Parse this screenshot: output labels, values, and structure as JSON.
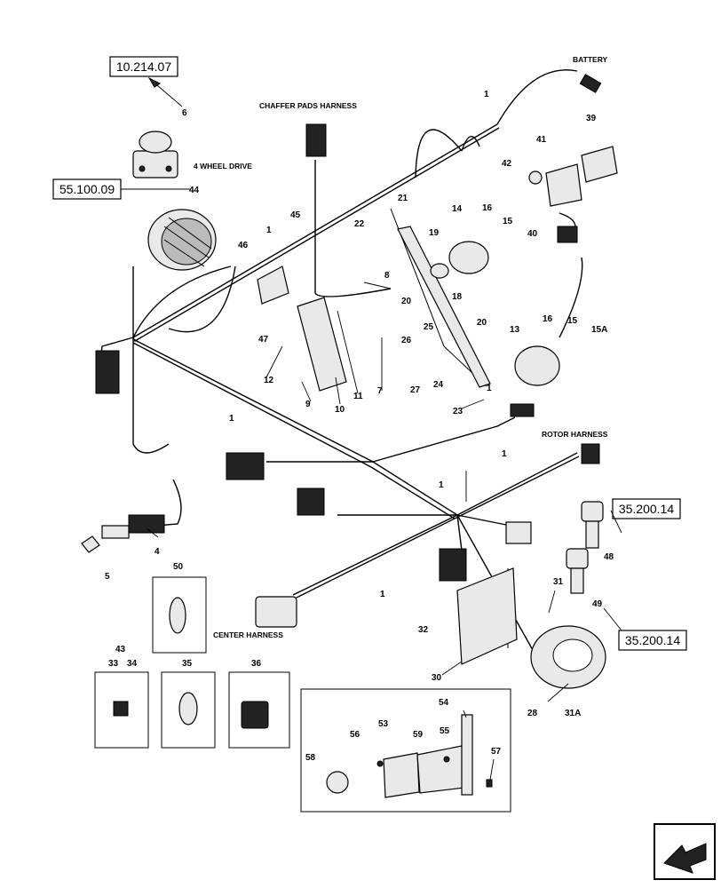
{
  "references": [
    {
      "id": "ref-10-214-07",
      "text": "10.214.07"
    },
    {
      "id": "ref-55-100-09",
      "text": "55.100.09"
    },
    {
      "id": "ref-35-200-14-a",
      "text": "35.200.14"
    },
    {
      "id": "ref-35-200-14-b",
      "text": "35.200.14"
    }
  ],
  "labels": {
    "battery": "BATTERY",
    "chaffer": "CHAFFER PADS HARNESS",
    "four_wheel": "4 WHEEL DRIVE",
    "rotor": "ROTOR HARNESS",
    "center": "CENTER HARNESS"
  },
  "callouts": {
    "c1a": "1",
    "c1b": "1",
    "c1c": "1",
    "c1d": "1",
    "c1e": "1",
    "c1f": "1",
    "c1g": "1",
    "c4": "4",
    "c5": "5",
    "c6": "6",
    "c7": "7",
    "c8": "8",
    "c9": "9",
    "c10": "10",
    "c11": "11",
    "c12": "12",
    "c13": "13",
    "c14": "14",
    "c15": "15",
    "c15b": "15",
    "c15a": "15A",
    "c16": "16",
    "c16b": "16",
    "c18": "18",
    "c19": "19",
    "c20": "20",
    "c20b": "20",
    "c21": "21",
    "c22": "22",
    "c23": "23",
    "c24": "24",
    "c25": "25",
    "c26": "26",
    "c27": "27",
    "c28": "28",
    "c30": "30",
    "c31": "31",
    "c31a": "31A",
    "c32": "32",
    "c33": "33",
    "c34": "34",
    "c35": "35",
    "c36": "36",
    "c39": "39",
    "c40": "40",
    "c41": "41",
    "c42": "42",
    "c43": "43",
    "c44": "44",
    "c45": "45",
    "c46": "46",
    "c47": "47",
    "c48": "48",
    "c49": "49",
    "c50": "50",
    "c53": "53",
    "c54": "54",
    "c55": "55",
    "c56": "56",
    "c57": "57",
    "c58": "58",
    "c59": "59"
  },
  "nav": {
    "icon": "arrow-icon"
  }
}
